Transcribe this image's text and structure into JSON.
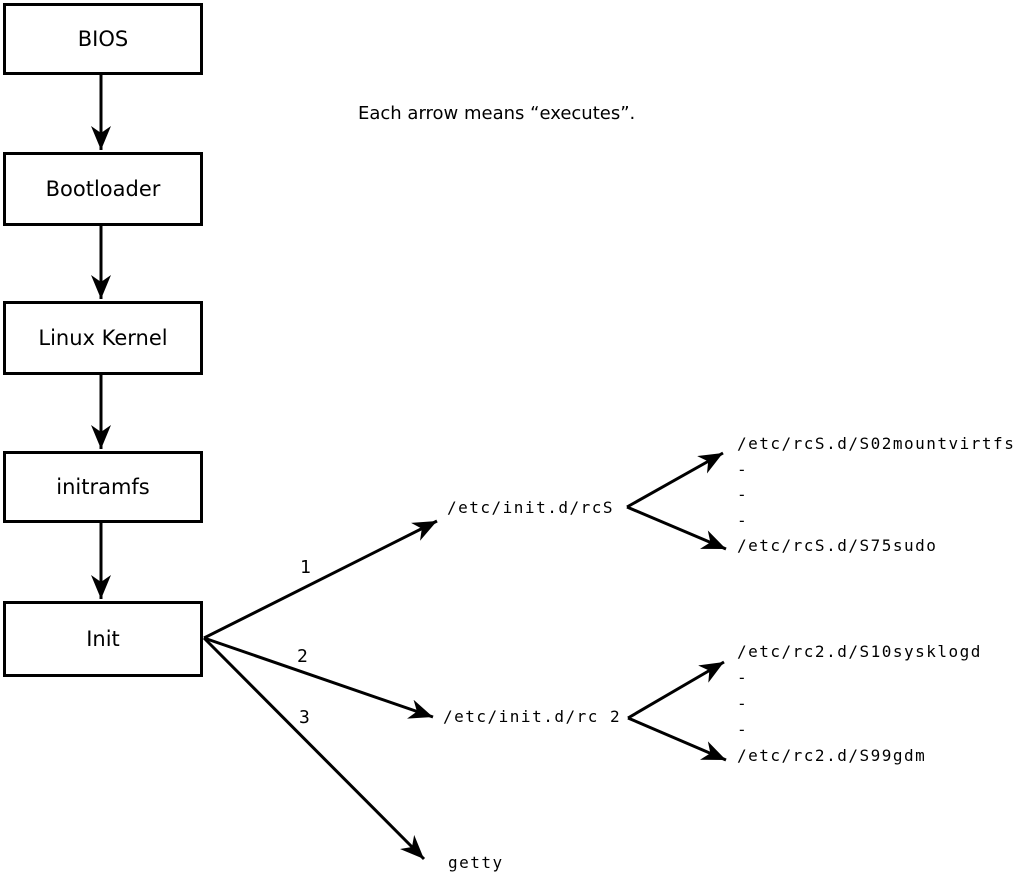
{
  "diagram": {
    "caption": "Each arrow means “executes”.",
    "boxes": [
      {
        "label": "BIOS"
      },
      {
        "label": "Bootloader"
      },
      {
        "label": "Linux Kernel"
      },
      {
        "label": "initramfs"
      },
      {
        "label": "Init"
      }
    ],
    "branch_labels": [
      "1",
      "2",
      "3"
    ],
    "branch_targets": {
      "rcS": "/etc/init.d/rcS",
      "rc2": "/etc/init.d/rc 2",
      "getty": "getty"
    },
    "rcS_scripts": [
      "/etc/rcS.d/S02mountvirtfs",
      "-",
      "-",
      "-",
      "/etc/rcS.d/S75sudo"
    ],
    "rc2_scripts": [
      "/etc/rc2.d/S10sysklogd",
      "-",
      "-",
      "-",
      "/etc/rc2.d/S99gdm"
    ]
  },
  "colors": {
    "line": "#000000",
    "background": "#ffffff"
  }
}
